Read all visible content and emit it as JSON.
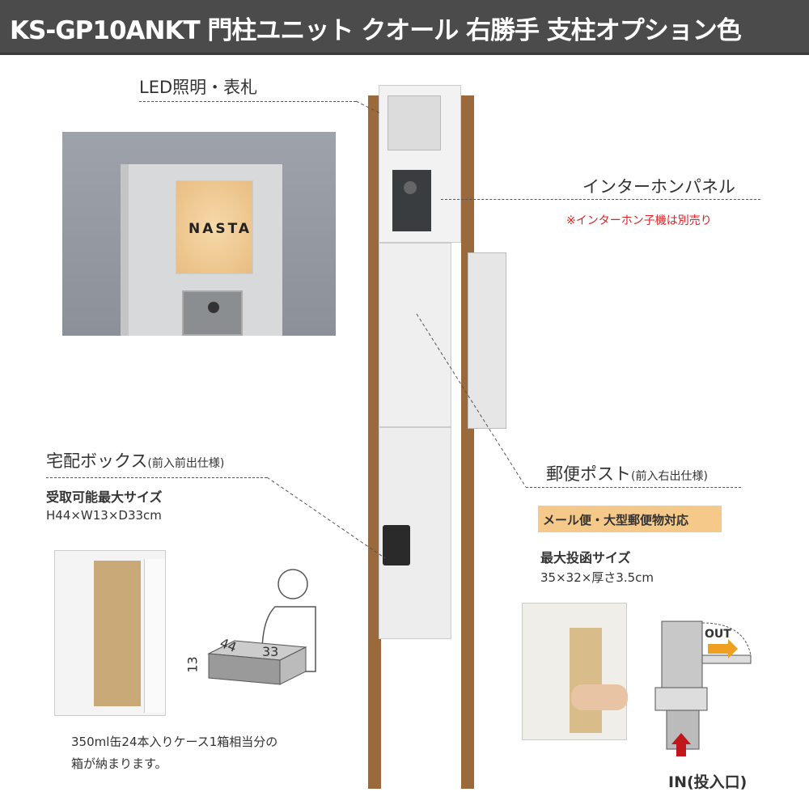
{
  "title": "KS-GP10ANKT 門柱ユニット クオール 右勝手 支柱オプション色",
  "led": {
    "label": "LED照明・表札",
    "nameplate": "NASTA"
  },
  "intercom": {
    "label": "インターホンパネル",
    "note": "※インターホン子機は別売り"
  },
  "delivery_box": {
    "label": "宅配ボックス",
    "spec": "(前入前出仕様)",
    "size_title": "受取可能最大サイズ",
    "size": "H44×W13×D33cm",
    "dims": [
      "44",
      "33",
      "13"
    ],
    "caption1": "350ml缶24本入りケース1箱相当分の",
    "caption2": "箱が納まります。"
  },
  "post": {
    "label": "郵便ポスト",
    "spec": "(前入右出仕様)",
    "badge": "メール便・大型郵便物対応",
    "size_title": "最大投函サイズ",
    "size": "35×32×厚さ3.5cm",
    "out": "OUT",
    "in": "IN(投入口)"
  },
  "colors": {
    "titlebar": "#4b4b4b",
    "wood": "#9a6a3c",
    "badge": "#f5c98a",
    "note": "#e02020",
    "arrow_in": "#c0161c",
    "arrow_out": "#f0a020"
  }
}
